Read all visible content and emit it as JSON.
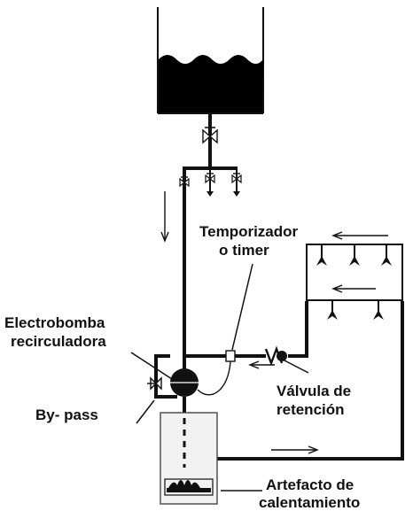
{
  "colors": {
    "ink": "#111111",
    "background": "#ffffff",
    "heater_fill": "#f2f2f2"
  },
  "labels": {
    "timer_line1": "Temporizador",
    "timer_line2": "o timer",
    "pump_line1": "Electrobomba",
    "pump_line2": "recirculadora",
    "check_valve_line1": "Válvula de",
    "check_valve_line2": "retención",
    "bypass": "By- pass",
    "heater_line1": "Artefacto de",
    "heater_line2": "calentamiento"
  }
}
